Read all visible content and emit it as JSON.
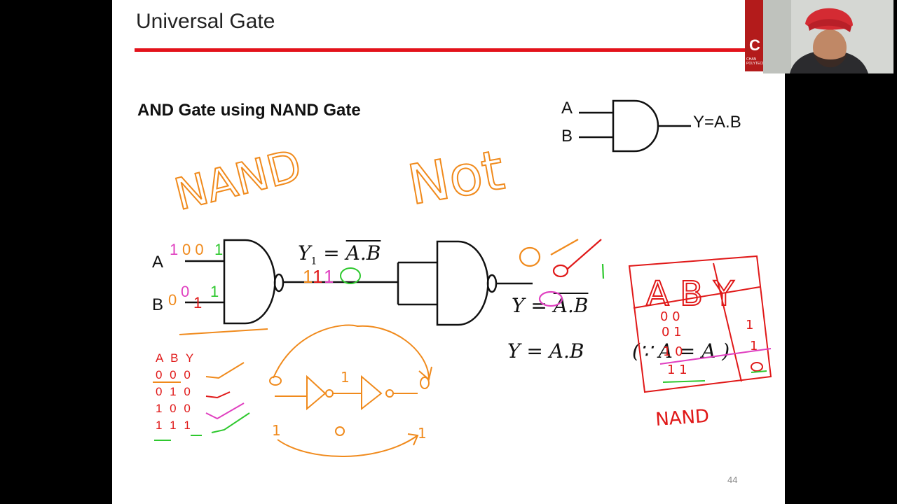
{
  "slide": {
    "title": "Universal Gate",
    "subtitle": "AND Gate using NAND Gate",
    "page_number": "44",
    "accent_color": "#e3121b"
  },
  "and_symbol": {
    "input_a": "A",
    "input_b": "B",
    "output": "Y=A.B"
  },
  "circuit": {
    "input_a": "A",
    "input_b": "B",
    "y1_lhs": "Y",
    "y1_sub": "1",
    "y1_rhs": "A.B",
    "y_out_lhs": "Y = ",
    "y_out_rhs": "A.B",
    "y_final": "Y = A.B",
    "because_note": "(∵ A = A )"
  },
  "truth_table": {
    "headers": "A B Y",
    "rows": [
      "0 0 0",
      "0 1 0",
      "1 0 0",
      "1 1 1"
    ],
    "color": "#e01818"
  },
  "annotations": {
    "nand": "NAND",
    "not": "Not",
    "nand_table_label": "NAND",
    "ink_colors": [
      "#f08a1c",
      "#e01818",
      "#e040c0",
      "#2ec82e"
    ]
  },
  "logo": {
    "letter": "C",
    "small_text": "CHAN POLYTECH"
  }
}
